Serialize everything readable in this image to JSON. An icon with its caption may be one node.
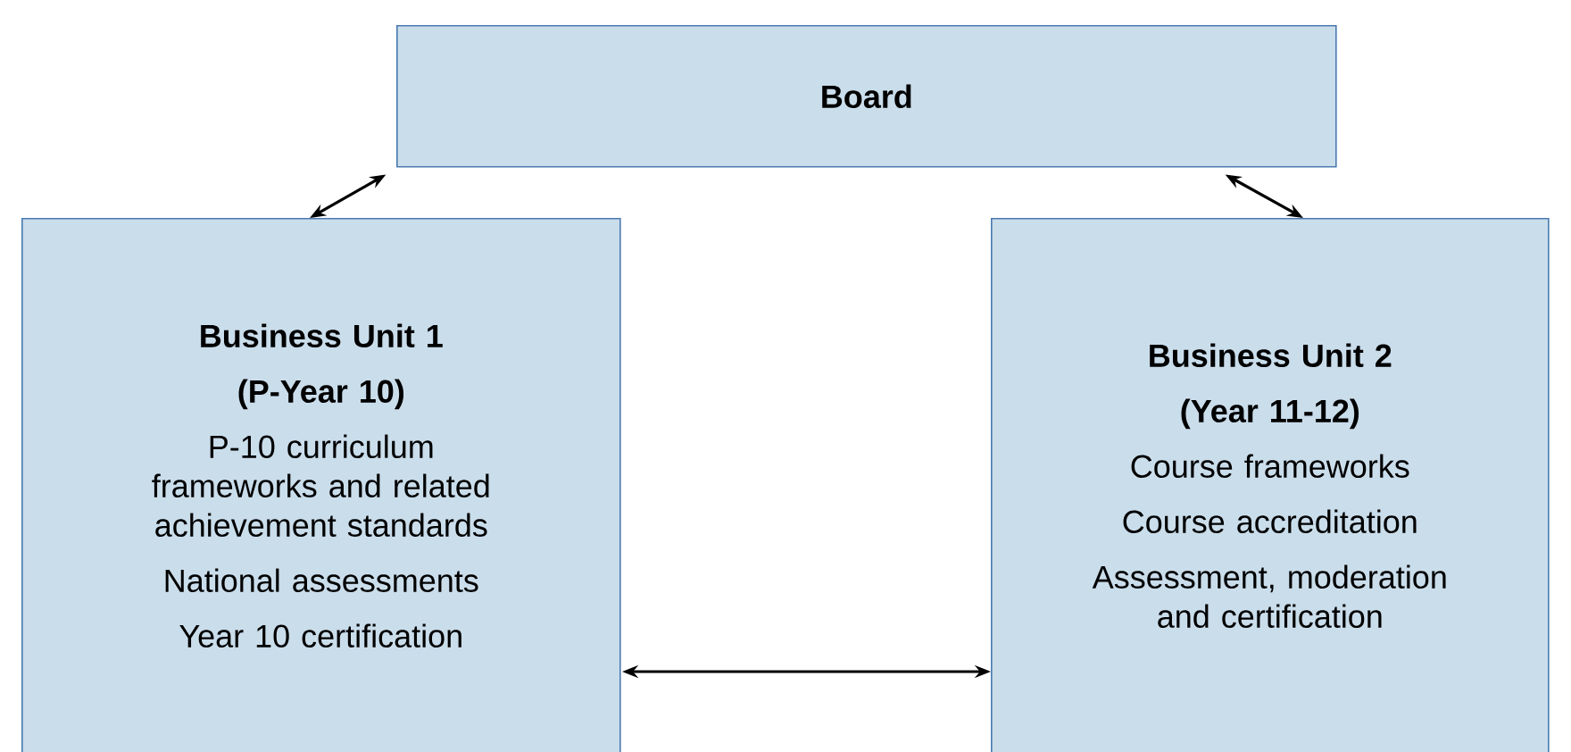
{
  "diagram": {
    "nodes": [
      {
        "text": [
          "Board"
        ]
      },
      {
        "text": [
          "Business Unit 1",
          "(P-Year 10)",
          "P-10 curriculum frameworks and related achievement standards",
          "National assessments",
          "Year 10 certification"
        ]
      },
      {
        "text": [
          "Business Unit 2",
          "(Year 11-12)",
          "Course frameworks",
          "Course accreditation",
          "Assessment, moderation and certification"
        ]
      }
    ],
    "edges": [
      {
        "from": 0,
        "to": 1,
        "arrow": "both"
      },
      {
        "from": 0,
        "to": 2,
        "arrow": "both"
      },
      {
        "from": 1,
        "to": 2,
        "arrow": "both"
      }
    ]
  }
}
